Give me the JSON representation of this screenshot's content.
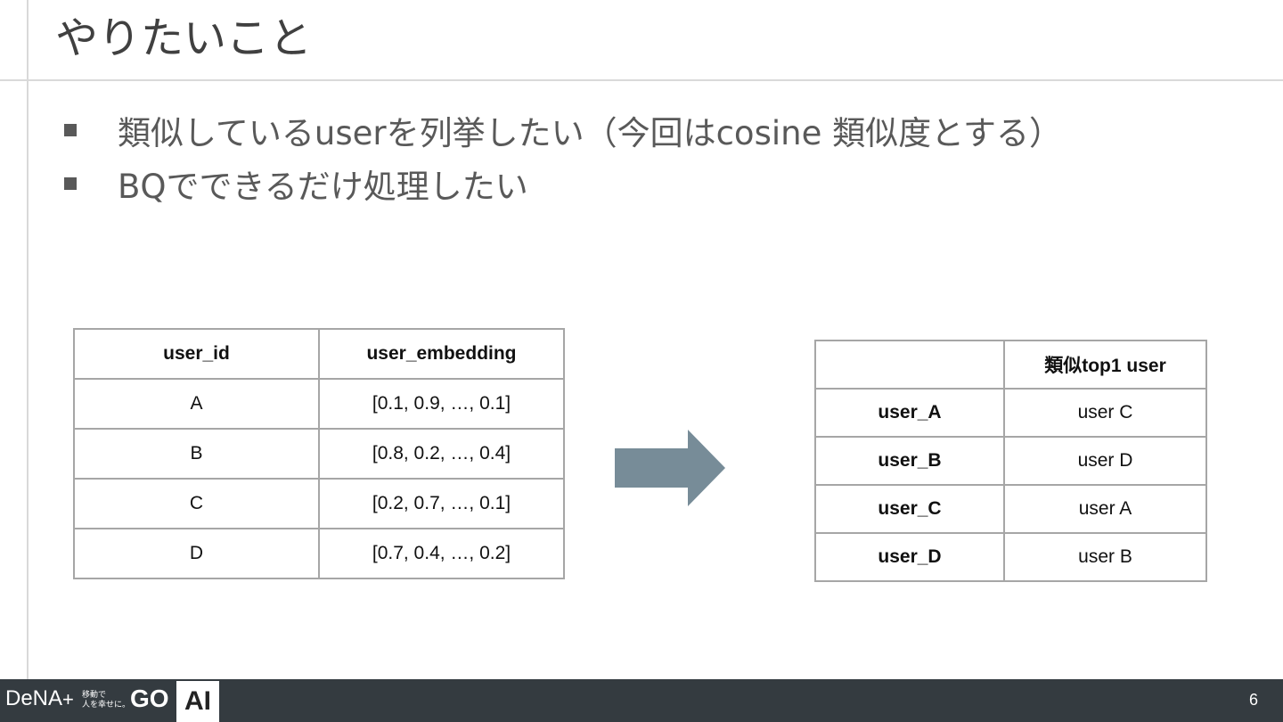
{
  "title": "やりたいこと",
  "bullets": [
    "類似しているuserを列挙したい（今回はcosine 類似度とする）",
    "BQでできるだけ処理したい"
  ],
  "embedding_table": {
    "headers": [
      "user_id",
      "user_embedding"
    ],
    "rows": [
      [
        "A",
        "[0.1, 0.9, …, 0.1]"
      ],
      [
        "B",
        "[0.8, 0.2, …, 0.4]"
      ],
      [
        "C",
        "[0.2, 0.7, …, 0.1]"
      ],
      [
        "D",
        "[0.7, 0.4, …, 0.2]"
      ]
    ]
  },
  "result_table": {
    "headers": [
      "",
      "類似top1 user"
    ],
    "rows": [
      [
        "user_A",
        "user C"
      ],
      [
        "user_B",
        "user D"
      ],
      [
        "user_C",
        "user A"
      ],
      [
        "user_D",
        "user B"
      ]
    ]
  },
  "arrow": {
    "icon": "right-arrow-icon",
    "color": "#778c98"
  },
  "footer": {
    "dena_logo": "DeNA",
    "plus": "+",
    "go_tagline": "移動で\n人を幸せに。",
    "go_logo": "GO",
    "ai_logo": "AI",
    "page_number": "6",
    "background": "#343b40"
  }
}
